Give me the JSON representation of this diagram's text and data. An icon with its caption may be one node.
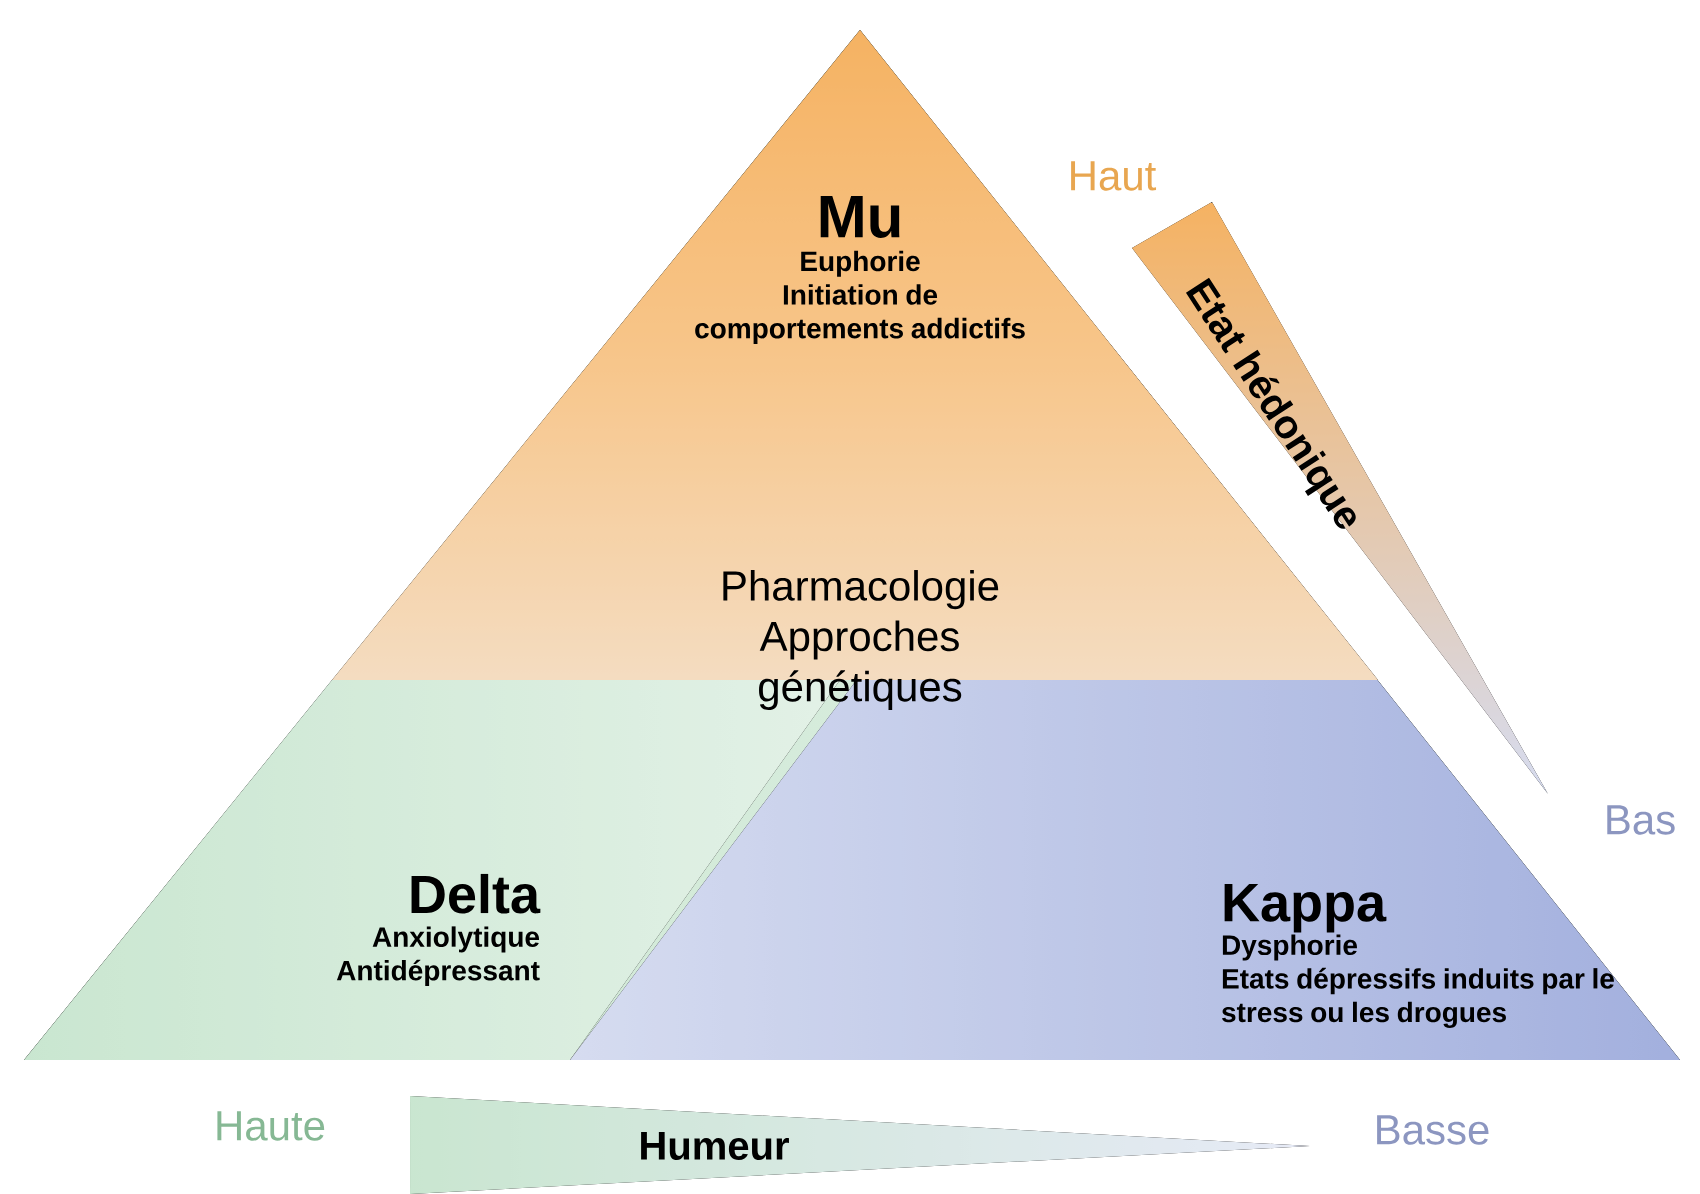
{
  "diagram": {
    "nodes": [
      {
        "text": [
          "Mu",
          "Euphorie",
          "Initiation de comportements addictifs"
        ]
      },
      {
        "text": [
          "Pharmacologie Approches génétiques"
        ]
      },
      {
        "text": [
          "Delta",
          "Anxiolytique",
          "Antidépressant"
        ]
      },
      {
        "text": [
          "Kappa",
          "Dysphorie",
          "Etats dépressifs induits par le stress ou les drogues"
        ]
      },
      {
        "text": [
          "Etat hédonique"
        ]
      },
      {
        "text": [
          "Humeur"
        ]
      }
    ],
    "labels": [
      "Haut",
      "Bas",
      "Haute",
      "Basse"
    ]
  }
}
